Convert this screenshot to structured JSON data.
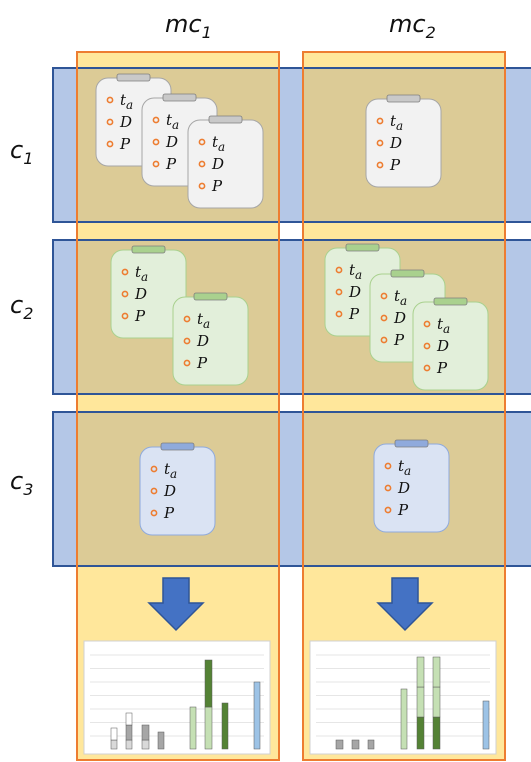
{
  "columns": [
    {
      "label": "mc",
      "sub": "1"
    },
    {
      "label": "mc",
      "sub": "2"
    }
  ],
  "rows": [
    {
      "label": "c",
      "sub": "1"
    },
    {
      "label": "c",
      "sub": "2"
    },
    {
      "label": "c",
      "sub": "3"
    }
  ],
  "card_items": [
    {
      "var": "t",
      "sub": "a"
    },
    {
      "var": "D",
      "sub": ""
    },
    {
      "var": "P",
      "sub": ""
    }
  ],
  "colors": {
    "column_fill": "#ffe79b",
    "column_border": "#ed7d31",
    "row_fill": "#b4c7e7",
    "row_border": "#2f5597",
    "overlap_fill": "#dccb96",
    "card_gray": "#f2f2f2",
    "card_green": "#e2efda",
    "card_blue": "#dae3f3",
    "clip_gray": "#c9c9c9",
    "clip_green": "#a9d18e",
    "clip_blue": "#8faadc",
    "bullet": "#ed7d31",
    "arrow": "#4472c4",
    "bar_gray_light": "#d9d9d9",
    "bar_gray_dark": "#a6a6a6",
    "bar_green_light": "#c5e0b4",
    "bar_green_dark": "#548235",
    "bar_blue": "#9dc3e6"
  },
  "icons": [
    "clipboard-icon",
    "down-arrow-icon",
    "bar-chart-icon"
  ]
}
